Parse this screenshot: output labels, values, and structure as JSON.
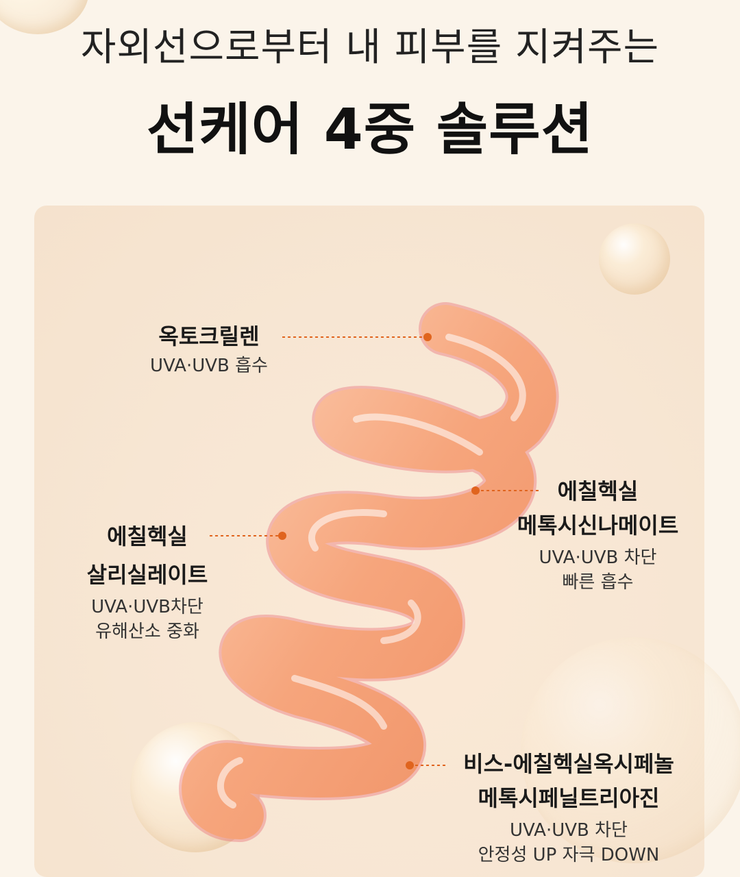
{
  "header": {
    "headline": "자외선으로부터 내 피부를 지켜주는",
    "title": "선케어 4중 솔루션"
  },
  "ingredients": [
    {
      "name_lines": [
        "옥토크릴렌"
      ],
      "desc_lines": [
        "UVA·UVB 흡수"
      ]
    },
    {
      "name_lines": [
        "에칠헥실",
        "메톡시신나메이트"
      ],
      "desc_lines": [
        "UVA·UVB 차단",
        "빠른 흡수"
      ]
    },
    {
      "name_lines": [
        "에칠헥실",
        "살리실레이트"
      ],
      "desc_lines": [
        "UVA·UVB차단",
        "유해산소 중화"
      ]
    },
    {
      "name_lines": [
        "비스-에칠헥실옥시페놀",
        "메톡시페닐트리아진"
      ],
      "desc_lines": [
        "UVA·UVB 차단",
        "안정성 UP 자극 DOWN"
      ]
    }
  ],
  "colors": {
    "background": "#fbf4ea",
    "accent": "#e0641e",
    "spiral": "#f6a57c"
  }
}
